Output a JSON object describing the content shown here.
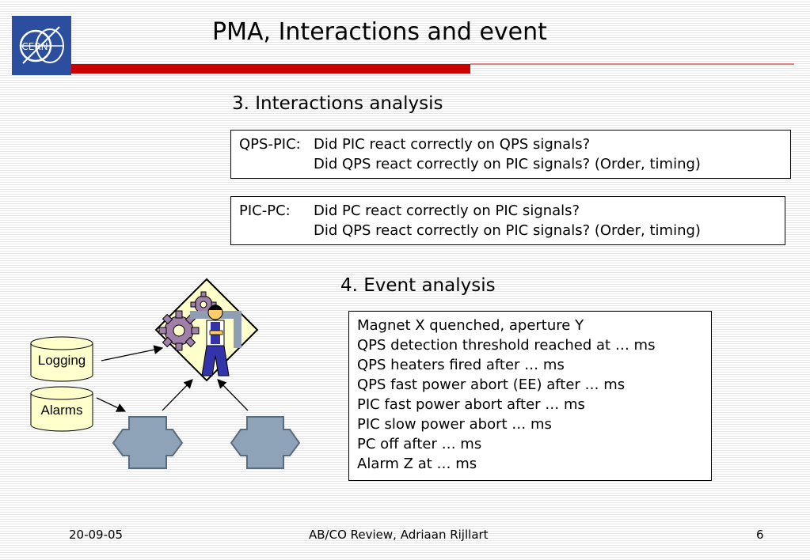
{
  "slide": {
    "title": "PMA, Interactions and event",
    "logo_text": "CERN",
    "section_interactions": "3. Interactions analysis",
    "interaction_boxes": [
      {
        "label": "QPS-PIC:",
        "lines": [
          "Did PIC react correctly on QPS signals?",
          "Did QPS react correctly on PIC signals? (Order, timing)"
        ]
      },
      {
        "label": "PIC-PC:",
        "lines": [
          "Did PC react correctly on PIC signals?",
          "Did QPS react correctly on PIC signals? (Order, timing)"
        ]
      }
    ],
    "section_event": "4. Event analysis",
    "event_lines": [
      "Magnet X quenched, aperture Y",
      "QPS detection threshold reached at … ms",
      "QPS heaters fired after … ms",
      "QPS fast power abort (EE) after … ms",
      "PIC fast power abort after … ms",
      "PIC slow power abort … ms",
      "PC off after … ms",
      "Alarm Z at … ms"
    ],
    "diagram": {
      "logging_label": "Logging",
      "alarms_label": "Alarms"
    },
    "footer": {
      "date": "20-09-05",
      "center": "AB/CO Review, Adriaan Rijllart",
      "page": "6"
    }
  },
  "colors": {
    "red_bar": "#cc0000",
    "logo_blue": "#2b4f9e",
    "cylinder_fill": "#ffffcc",
    "puzzle_fill": "#8fa3b8",
    "gear_fill": "#a080a8"
  },
  "icons": [
    "cern-logo-icon",
    "database-icon",
    "puzzle-piece-icon",
    "person-with-gears-icon"
  ]
}
